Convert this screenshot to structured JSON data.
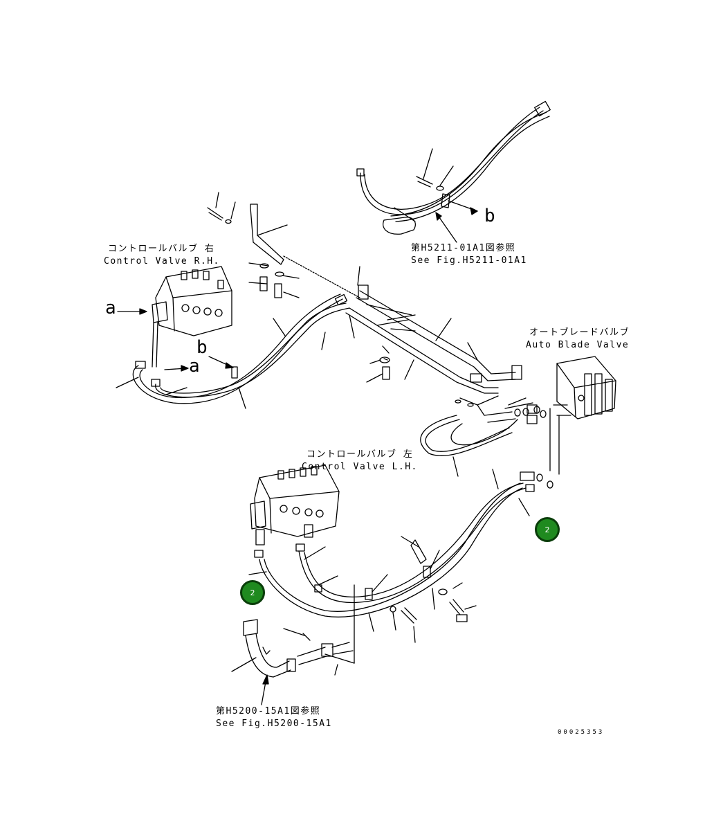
{
  "labels": {
    "cv_rh_jp": "コントロールバルブ 右",
    "cv_rh_en": "Control Valve R.H.",
    "cv_lh_jp": "コントロールバルブ 左",
    "cv_lh_en": "Control Valve L.H.",
    "abv_jp": "オートブレードバルブ",
    "abv_en": "Auto Blade Valve",
    "ref_top_jp": "第H5211-01A1図参照",
    "ref_top_en": "See Fig.H5211-01A1",
    "ref_bottom_jp": "第H5200-15A1図参照",
    "ref_bottom_en": "See Fig.H5200-15A1",
    "figure_number": "00025353"
  },
  "letters": {
    "a1": "a",
    "a2": "a",
    "b1": "b",
    "b2": "b"
  },
  "callouts": [
    {
      "number": "2",
      "color": "#1f8a1f"
    },
    {
      "number": "2",
      "color": "#1f8a1f"
    }
  ]
}
